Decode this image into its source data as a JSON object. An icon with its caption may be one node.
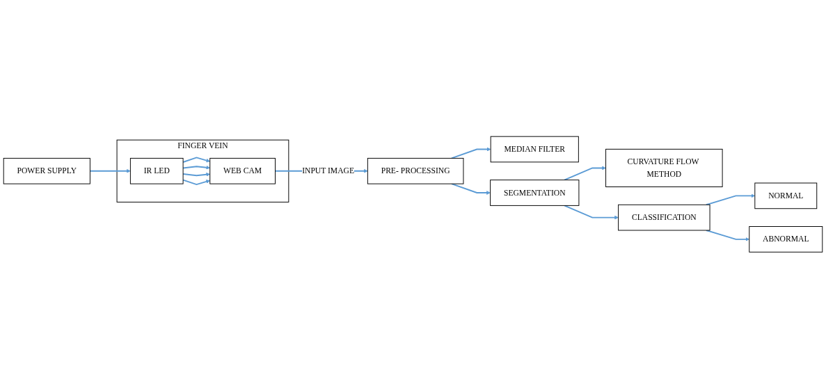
{
  "diagram": {
    "nodes": [
      {
        "text": [
          "FINGER VEIN"
        ]
      },
      {
        "text": [
          "WEB CAM"
        ],
        "in": 0
      },
      {
        "text": [
          "POWER SUPPLY"
        ]
      },
      {
        "text": [
          "IR LED"
        ],
        "in": 0
      },
      {
        "text": [
          "MEDIAN FILTER"
        ]
      },
      {
        "text": [
          "PRE- PROCESSING"
        ]
      },
      {
        "text": [
          "CURVATURE FLOW METHOD"
        ]
      },
      {
        "text": [
          "SEGMENTATION"
        ]
      },
      {
        "text": [
          "NORMAL"
        ]
      },
      {
        "text": [
          "CLASSIFICATION"
        ]
      },
      {
        "text": [
          "ABNORMAL"
        ]
      }
    ],
    "edges": [
      {
        "from": 1,
        "to": 5,
        "arrow": "to",
        "label": "INPUT IMAGE"
      },
      {
        "from": 2,
        "to": 3,
        "arrow": "to"
      },
      {
        "from": 3,
        "to": 1,
        "arrow": "to"
      },
      {
        "from": 3,
        "to": 1,
        "arrow": "to"
      },
      {
        "from": 3,
        "to": 1,
        "arrow": "to"
      },
      {
        "from": 3,
        "to": 1,
        "arrow": "to"
      },
      {
        "from": 5,
        "to": 4,
        "arrow": "to"
      },
      {
        "from": 5,
        "to": 7,
        "arrow": "to"
      },
      {
        "from": 7,
        "to": 6,
        "arrow": "to"
      },
      {
        "from": 7,
        "to": 9,
        "arrow": "to"
      },
      {
        "from": 9,
        "to": 8,
        "arrow": "to"
      },
      {
        "from": 9,
        "to": 10,
        "arrow": "to"
      }
    ]
  }
}
